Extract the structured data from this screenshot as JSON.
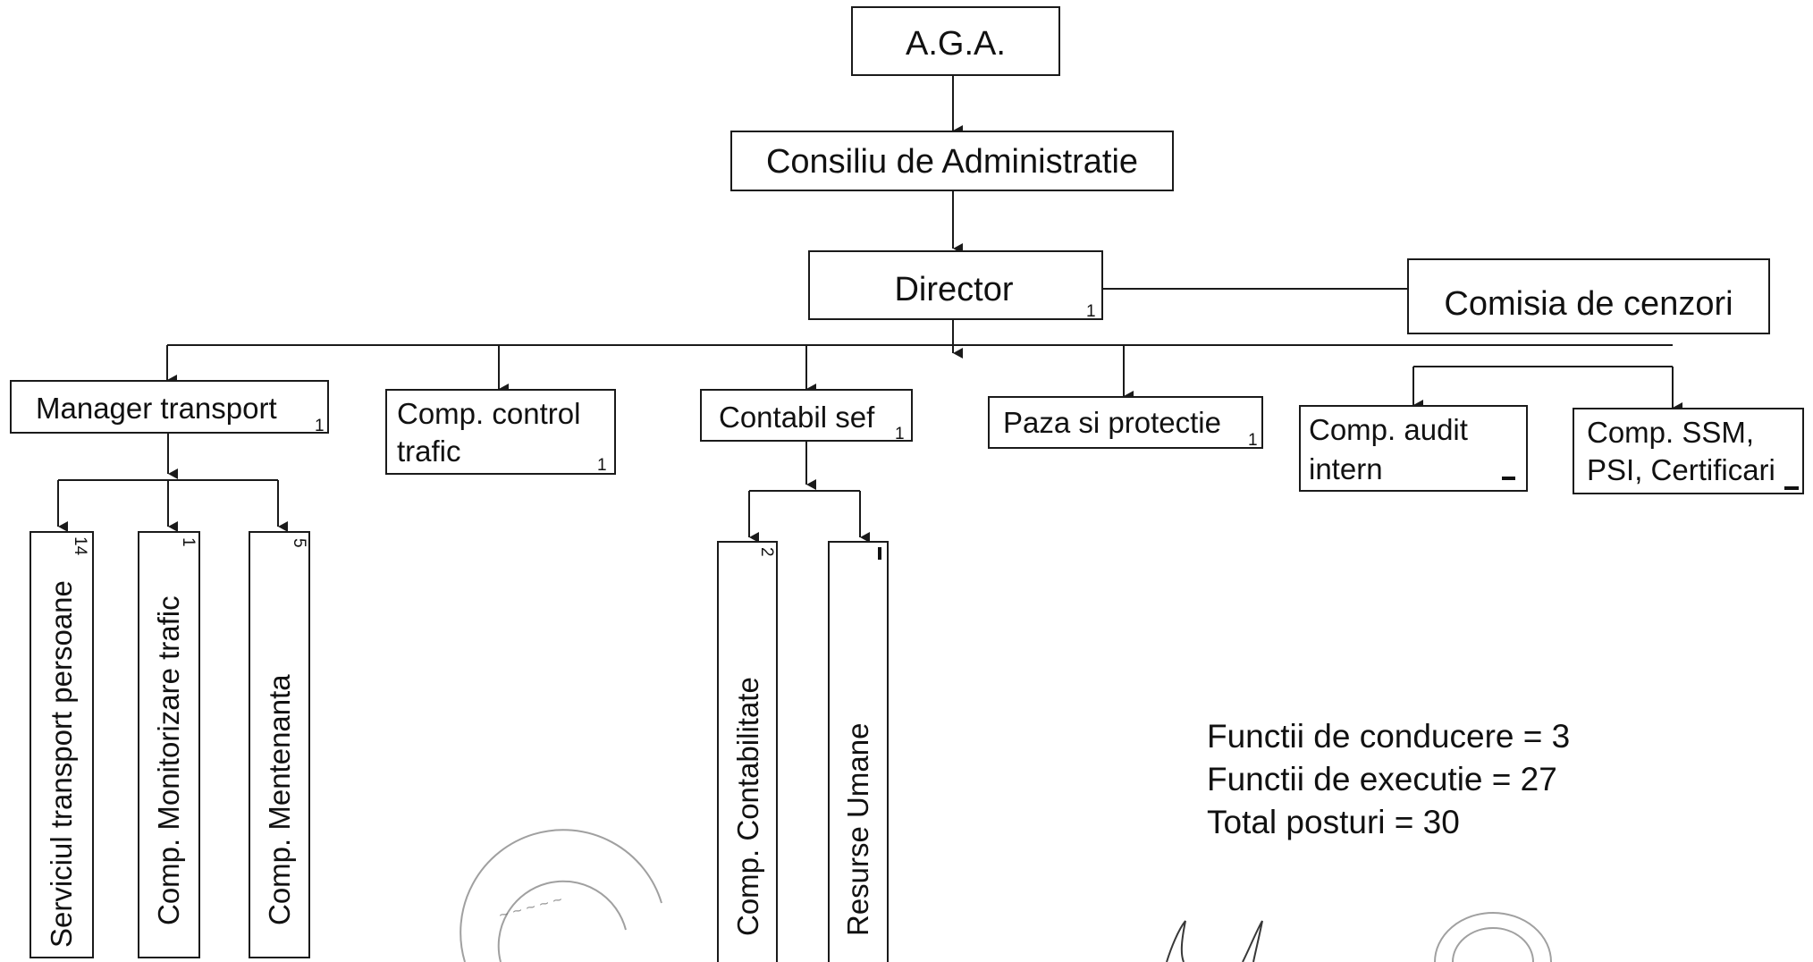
{
  "top": {
    "aga": "A.G.A.",
    "consiliu": "Consiliu de Administratie",
    "director": "Director",
    "director_count": "1",
    "cenzori": "Comisia de cenzori"
  },
  "departments": {
    "manager": {
      "label": "Manager transport",
      "count": "1"
    },
    "control": {
      "line1": "Comp. control",
      "line2": "trafic",
      "count": "1"
    },
    "contabil": {
      "label": "Contabil sef",
      "count": "1"
    },
    "paza": {
      "label": "Paza si protectie",
      "count": "1"
    },
    "audit": {
      "line1": "Comp. audit",
      "line2": "intern",
      "count": "-"
    },
    "ssm": {
      "line1": "Comp. SSM,",
      "line2": "PSI, Certificari",
      "count": "-"
    }
  },
  "sub_units": {
    "transport": {
      "label": "Serviciul transport persoane",
      "count": "14"
    },
    "monitorizare": {
      "label": "Comp. Monitorizare trafic",
      "count": "1"
    },
    "mentenanta": {
      "label": "Comp. Mentenanta",
      "count": "5"
    },
    "contabilitate": {
      "label": "Comp. Contabilitate",
      "count": "2"
    },
    "resurse": {
      "label": "Resurse Umane",
      "count": "-"
    }
  },
  "summary": {
    "conducere": "Functii de conducere = 3",
    "executie": "Functii de executie = 27",
    "total": "Total posturi = 30"
  }
}
